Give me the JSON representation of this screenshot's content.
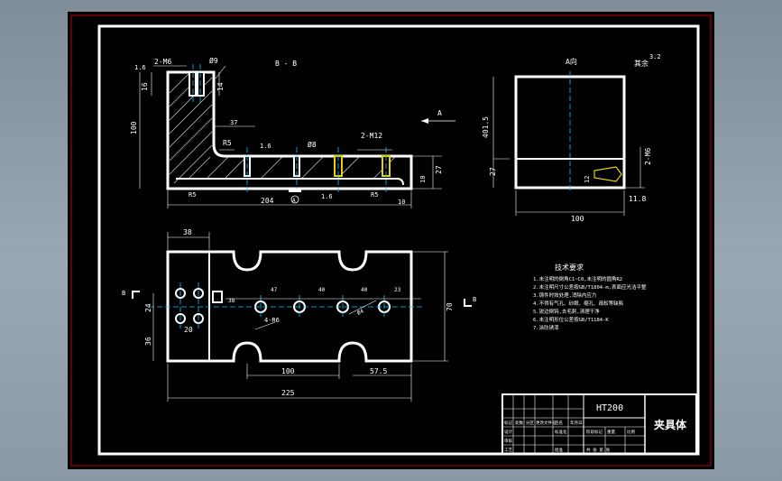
{
  "colors": {
    "background": "#8f9ca9",
    "paper": "#000000",
    "border_outer": "#c00000",
    "line": "#ffffff",
    "centerline": "#00c8ff",
    "accent_yellow": "#e6d000",
    "title_block": "#ffffff"
  },
  "section_view": {
    "label": "B - B",
    "thread_top": "2-M6",
    "diameter_top": "Ø9",
    "roughness_top": "1.6",
    "dim_16": "16",
    "dim_14": "14",
    "dim_100": "100",
    "dim_37": "37",
    "radius_r5": "R5",
    "roughness_mid": "1.6",
    "diameter_mid": "Ø8",
    "thread_right": "2-M12",
    "dim_27": "27",
    "dim_10": "10",
    "dim_204": "204",
    "radius_bottom_left": "R5",
    "radius_bottom_right": "R5",
    "roughness_bottom": "1.6",
    "dim_10_right": "10",
    "datum_a": "A"
  },
  "view_arrow_a": "A",
  "a_view": {
    "label": "A向",
    "roughness_note": "其余",
    "roughness_value": "3.2",
    "dim_401": "401.5",
    "dim_27": "27",
    "thread": "2-M6",
    "dim_12": "12",
    "dim_11": "11.8",
    "dim_100": "100"
  },
  "plan_view": {
    "dim_38": "38",
    "label_b_left": "B",
    "label_b_right": "B",
    "dim_24": "24",
    "dim_36": "36",
    "dim_20": "20",
    "dim_38b": "38",
    "dim_47": "47",
    "dim_40a": "40",
    "dim_40b": "40",
    "dim_23": "23",
    "dim_70": "70",
    "radius_note": "4-R6",
    "phi_note": "Ø4",
    "dim_100": "100",
    "dim_57": "57.5",
    "dim_225": "225"
  },
  "tech_notes": {
    "title": "技术要求",
    "lines": [
      "1.未注明的倒角C1~C0,未注明的圆角R2",
      "2.未注明尺寸公差按GB/T1804-m,表面应光洁平整",
      "3.铸件时效处理,消除内应力",
      "4.不得有气孔、砂眼、缩孔、疏松等缺陷",
      "5.锐边倒钝,去毛刺,清理干净",
      "6.未注明形位公差按GB/T1184-K",
      "7.涂防锈漆"
    ]
  },
  "title_block": {
    "material": "HT200",
    "part_name": "夹具体",
    "cells": [
      "标记",
      "处数",
      "分区",
      "更改文件号",
      "签名",
      "年月日",
      "设计",
      "标准化",
      "阶段标记",
      "重量",
      "比例",
      "审核",
      "工艺",
      "批准",
      "共 张 第 张"
    ]
  }
}
